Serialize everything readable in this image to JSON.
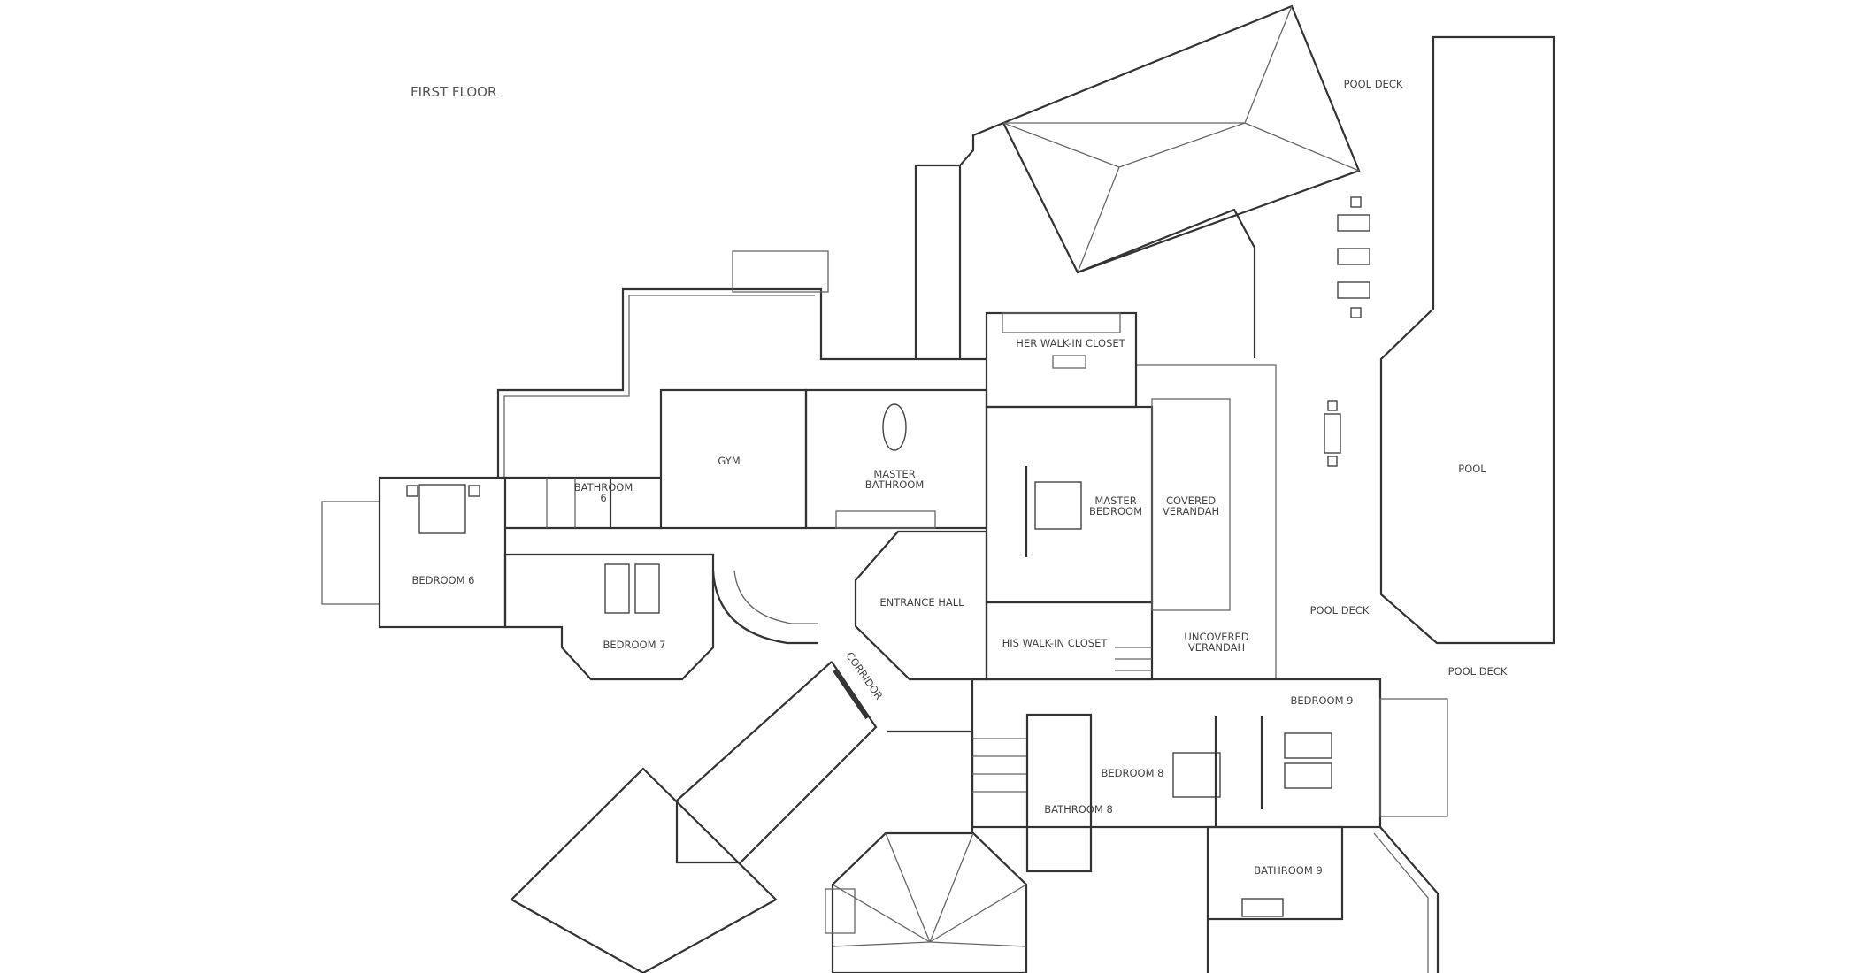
{
  "title": "FIRST FLOOR",
  "rooms": {
    "pool_deck_top": "POOL DECK",
    "her_closet": "HER WALK-IN CLOSET",
    "gym": "GYM",
    "master_bathroom_1": "MASTER",
    "master_bathroom_2": "BATHROOM",
    "bathroom6_1": "BATHROOM",
    "bathroom6_2": "6",
    "master_bedroom_1": "MASTER",
    "master_bedroom_2": "BEDROOM",
    "covered_verandah_1": "COVERED",
    "covered_verandah_2": "VERANDAH",
    "pool": "POOL",
    "bedroom6": "BEDROOM 6",
    "entrance_hall": "ENTRANCE HALL",
    "bedroom7": "BEDROOM 7",
    "pool_deck_mid": "POOL DECK",
    "uncovered_verandah_1": "UNCOVERED",
    "uncovered_verandah_2": "VERANDAH",
    "his_closet": "HIS WALK-IN CLOSET",
    "pool_deck_low": "POOL DECK",
    "corridor": "CORRIDOR",
    "bedroom9": "BEDROOM 9",
    "bedroom8": "BEDROOM 8",
    "bathroom8": "BATHROOM 8",
    "bathroom9": "BATHROOM 9"
  }
}
